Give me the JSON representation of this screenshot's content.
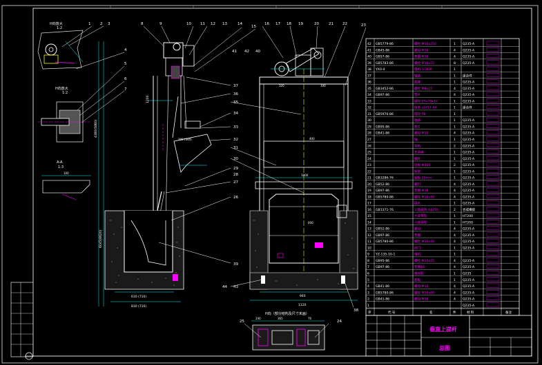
{
  "callouts": {
    "top": [
      "1",
      "2",
      "3",
      "4",
      "8",
      "9",
      "10",
      "11",
      "12",
      "13",
      "14",
      "15",
      "16",
      "17",
      "18",
      "19",
      "20",
      "21",
      "22",
      "23"
    ],
    "left": [
      "4",
      "5",
      "6",
      "7",
      "37",
      "36",
      "35",
      "34",
      "33",
      "32",
      "31",
      "30",
      "29",
      "28",
      "27",
      "26",
      "25",
      "24",
      "38",
      "39",
      "41",
      "40",
      "42",
      "43",
      "44"
    ]
  },
  "dimension_labels": {
    "view1_scale": "1:2",
    "view2_scale": "1:2",
    "view3_scale": "1:3",
    "dim_1200": "1200",
    "dim_4380": "4380(5880)",
    "dim_6045": "6045(6620)",
    "dim_610": "610 (710)",
    "dim_810": "810 (710)",
    "dim_940": "940",
    "dim_1120": "1120",
    "dim_600": "600",
    "dim_400": "400",
    "dim_1000": "1000",
    "dim_200": "200 (300)",
    "dim_320": "320",
    "dim_100": "100",
    "dim_240": "240",
    "dim_100b": "100",
    "dim_365": "365",
    "dim_70": "70",
    "section_label": "H向（部分结构及尺寸未画）"
  },
  "title_block": {
    "drawing_title": "垂直上提杆",
    "sheet_name": "总图",
    "header_cols": [
      "序",
      "代 号",
      "名",
      "件",
      "材 料",
      "备注"
    ]
  },
  "bom_rows": [
    [
      "GB5779-86",
      "螺栓 M16x250",
      "1",
      "Q235-A"
    ],
    [
      "GB45-86",
      "螺母 M16",
      "4",
      "Q235-A"
    ],
    [
      "GB57-86",
      "垫圈 M16",
      "4",
      "Q235-A"
    ],
    [
      "GB5783-86",
      "螺栓 M16x35",
      "8",
      "Q235-A"
    ],
    [
      "YX0-4",
      "电机 1.5KW",
      "1",
      ""
    ],
    [
      "",
      "轴承",
      "1",
      "组合件"
    ],
    [
      "",
      "底座",
      "1",
      "Q235-A"
    ],
    [
      "GB3452-86",
      "螺栓 M8x15",
      "4",
      "Q235-A"
    ],
    [
      "GB97-86",
      "垫片",
      "4",
      "Q235-A"
    ],
    [
      "",
      "链轮 Z7x70x10",
      "1",
      "Q235-A"
    ],
    [
      "",
      "链条 z2417-44",
      "1",
      "组合件"
    ],
    [
      "GB5976-86",
      "链轮 76",
      "1",
      ""
    ],
    [
      "",
      "轴承",
      "1",
      "Q235-A"
    ],
    [
      "GB95-86",
      "垫片",
      "1",
      "Q235-A"
    ],
    [
      "GB41-86",
      "螺母 M10",
      "4",
      "Q235-A"
    ],
    [
      "",
      "轴",
      "1",
      "Q235-A"
    ],
    [
      "",
      "导轨",
      "2",
      "Q235-A"
    ],
    [
      "",
      "支承座",
      "1",
      "Q235-A"
    ],
    [
      "",
      "螺杆",
      "1",
      "Q235-A"
    ],
    [
      "",
      "压板 Ф300",
      "2",
      "Q235-A"
    ],
    [
      "",
      "框架",
      "1",
      "Q235-A"
    ],
    [
      "GB3286-76",
      "钢板 25mm",
      "1",
      "Q235-A"
    ],
    [
      "GB52-86",
      "螺钉",
      "4",
      "Q235-A"
    ],
    [
      "GB97-86",
      "垫圈 M16",
      "4",
      "Q235-A"
    ],
    [
      "GB5780-86",
      "螺栓 M16x70",
      "4",
      "Q235-A"
    ],
    [
      "",
      "接头",
      "1",
      "Q235-A"
    ],
    [
      "GB1371-76",
      "三角皮带 A1250",
      "2",
      "合成橡胶"
    ],
    [
      "",
      "大皮带轮",
      "1",
      "HT200"
    ],
    [
      "",
      "小皮带轮",
      "1",
      "HT200"
    ],
    [
      "GB52-86",
      "螺母",
      "4",
      "Q235-A"
    ],
    [
      "GB97-86",
      "垫圈",
      "4",
      "Q235-A"
    ],
    [
      "GB5780-86",
      "螺栓 M16x70",
      "4",
      "Q235-A"
    ],
    [
      "",
      "闸门",
      "1",
      "Q235-A"
    ],
    [
      "YZ-135-10-1",
      "电机",
      "1",
      ""
    ],
    [
      "GB95-86",
      "螺栓 M14x35",
      "4",
      "Q235-A"
    ],
    [
      "GB97-86",
      "垫圈16",
      "4",
      "Q235-A"
    ],
    [
      "",
      "电动机",
      "1",
      "Q235"
    ],
    [
      "",
      "底板",
      "1",
      "Q235-A"
    ],
    [
      "GB41-86",
      "螺母 M10",
      "4",
      "Q235-A"
    ],
    [
      "GB5780-86",
      "螺栓 M16x50",
      "4",
      "Q235-A"
    ],
    [
      "GB41-86",
      "螺母 M16",
      "4",
      "Q235-A"
    ],
    [
      "",
      "",
      "",
      "Q235-A"
    ]
  ]
}
